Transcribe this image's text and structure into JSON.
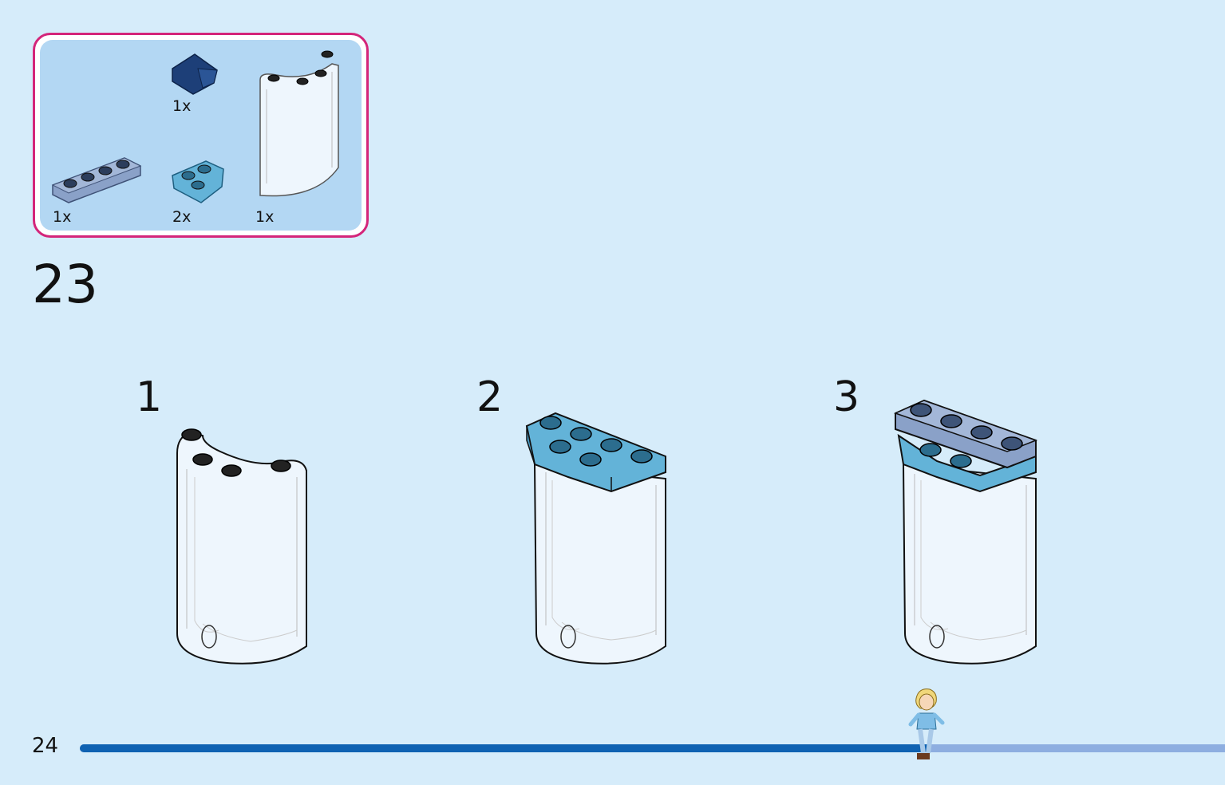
{
  "parts_box": {
    "items": [
      {
        "name": "dark-blue-slope",
        "qty": "1x",
        "color": "#1d3f78"
      },
      {
        "name": "sand-blue-plate-1x4",
        "qty": "1x",
        "color": "#8aa1c8"
      },
      {
        "name": "medium-azure-wedge-plate",
        "qty": "2x",
        "color": "#63b3d8"
      },
      {
        "name": "transparent-cylinder-half-panel",
        "qty": "1x",
        "color": "#eef6fd"
      }
    ]
  },
  "step": {
    "number": "23",
    "substeps": [
      {
        "label": "1"
      },
      {
        "label": "2"
      },
      {
        "label": "3"
      }
    ]
  },
  "footer": {
    "page_number": "24",
    "progress": 0.74
  },
  "colors": {
    "page_bg": "#d6ecfa",
    "parts_border": "#d4257a",
    "parts_bg": "#b3d7f3",
    "progress_done": "#0f62b2",
    "progress_remaining": "#8eaee0"
  }
}
